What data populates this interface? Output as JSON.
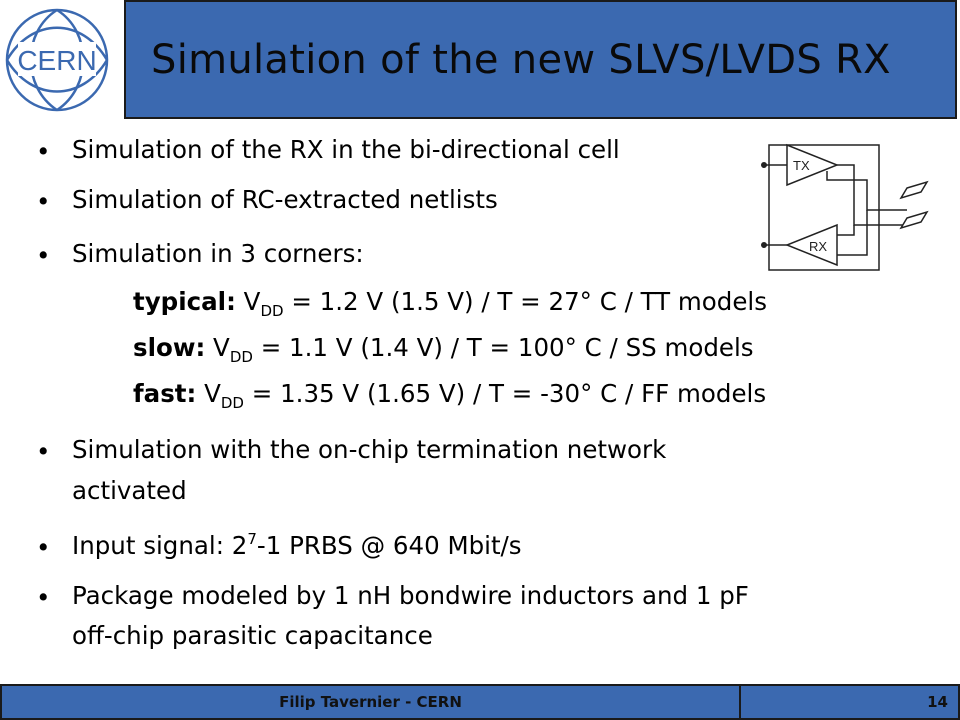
{
  "logo": {
    "text": "CERN"
  },
  "title": "Simulation of the new SLVS/LVDS RX",
  "bullets": {
    "b1": "Simulation of the RX in the bi-directional cell",
    "b2": "Simulation of RC-extracted netlists",
    "b3": "Simulation in 3 corners:",
    "typical": {
      "name": "typical:",
      "v": "V",
      "sub": "DD",
      "rest": " = 1.2 V (1.5 V) / T = 27° C / TT models"
    },
    "slow": {
      "name": "slow:",
      "v": "V",
      "sub": "DD",
      "rest": " = 1.1 V (1.4 V) / T = 100° C / SS models"
    },
    "fast": {
      "name": "fast:",
      "v": "V",
      "sub": "DD",
      "rest": " = 1.35 V (1.65 V) / T = -30° C / FF models"
    },
    "b4_line1": "Simulation with the on-chip termination network",
    "b4_line2": "activated",
    "b5": {
      "pre": "Input signal: 2",
      "sup": "7",
      "post": "-1 PRBS @ 640 Mbit/s"
    },
    "b6_line1": "Package modeled by 1 nH bondwire inductors and 1 pF",
    "b6_line2": "off-chip parasitic capacitance",
    "bullet_char": "•"
  },
  "diagram": {
    "tx_label": "TX",
    "rx_label": "RX"
  },
  "footer": {
    "author": "Filip Tavernier - CERN",
    "page": "14"
  }
}
